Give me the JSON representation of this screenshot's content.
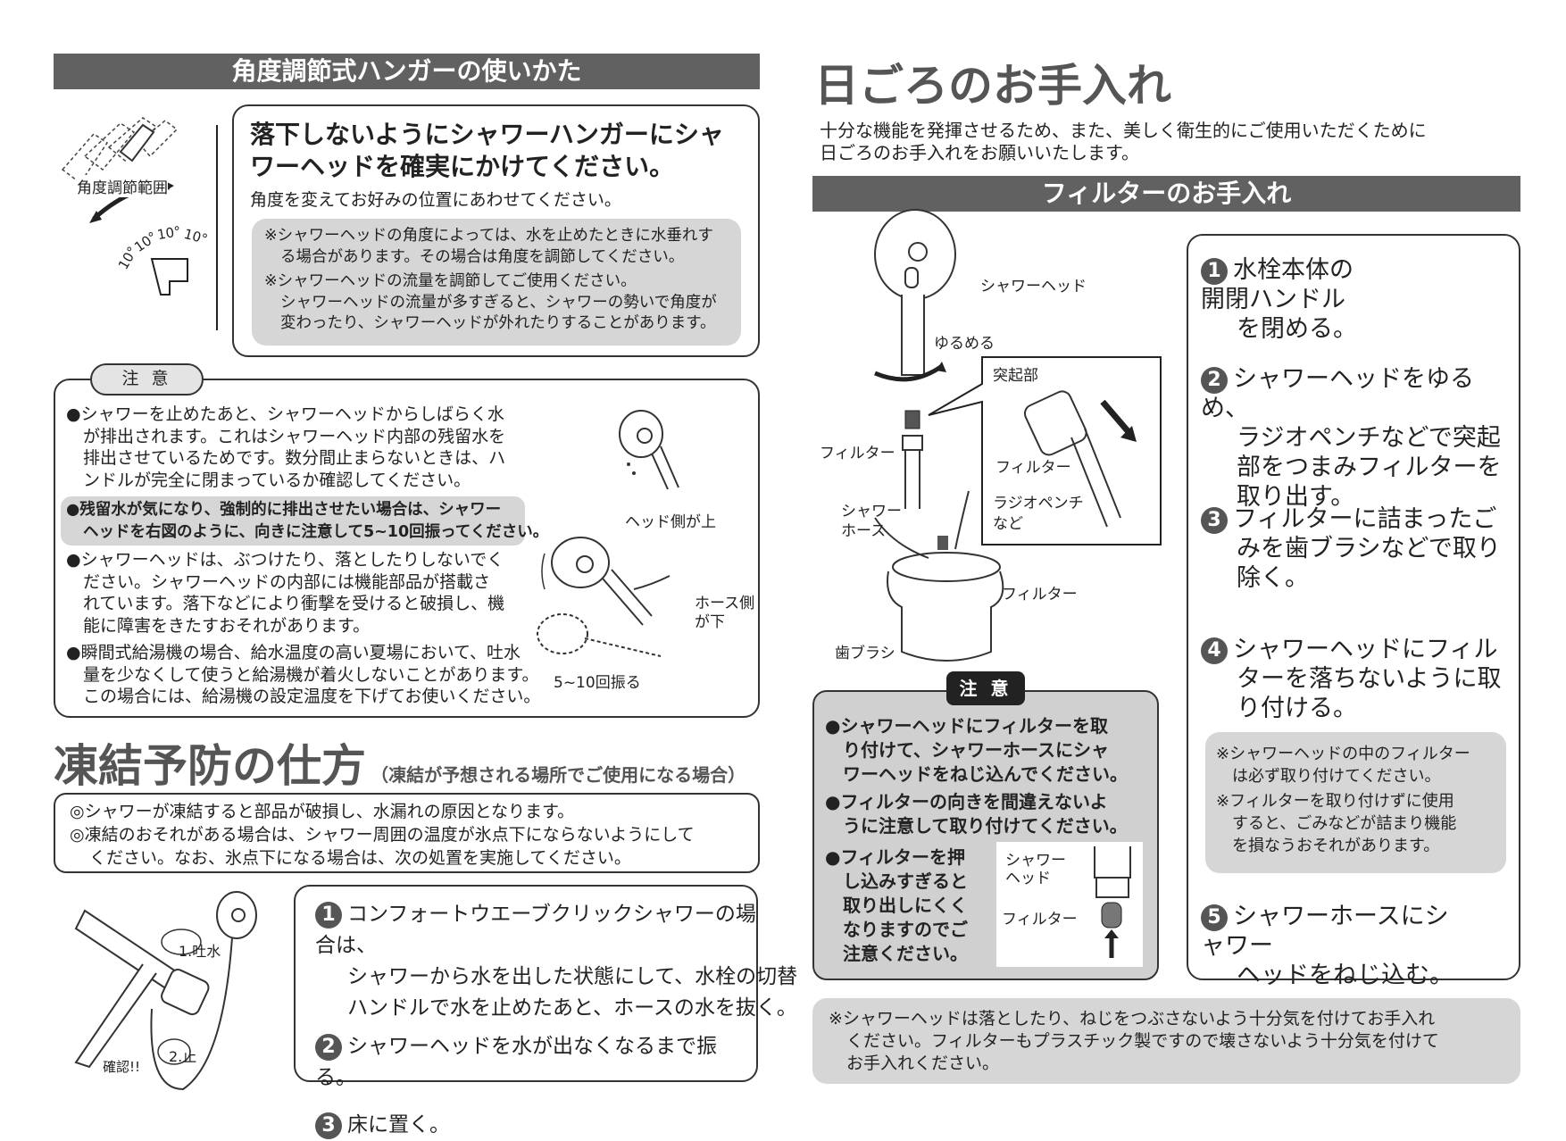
{
  "hanger": {
    "header": "角度調節式ハンガーの使いかた",
    "title_lines": [
      "落下しないようにシャワーハンガーにシャ",
      "ワーヘッドを確実にかけてください。"
    ],
    "subtitle": "角度を変えてお好みの位置にあわせてください。",
    "notes": [
      [
        "※シャワーヘッドの角度によっては、水を止めたときに水垂れす",
        "る場合があります。その場合は角度を調節してください。"
      ],
      [
        "※シャワーヘッドの流量を調節してご使用ください。",
        "シャワーヘッドの流量が多すぎると、シャワーの勢いで角度が",
        "変わったり、シャワーヘッドが外れたりすることがあります。"
      ]
    ],
    "figure": {
      "range_label": "角度調節範囲",
      "angles": [
        "10°",
        "10°",
        "10°",
        "10°"
      ]
    }
  },
  "caution": {
    "tab": "注 意",
    "items": [
      [
        "●シャワーを止めたあと、シャワーヘッドからしばらく水",
        "が排出されます。これはシャワーヘッド内部の残留水を",
        "排出させているためです。数分間止まらないときは、ハ",
        "ンドルが完全に閉まっているか確認してください。"
      ],
      [
        "●残留水が気になり、強制的に排出させたい場合は、シャワー",
        "ヘッドを右図のように、向きに注意して5~10回振ってください。"
      ],
      [
        "●シャワーヘッドは、ぶつけたり、落としたりしないでく",
        "ださい。シャワーヘッドの内部には機能部品が搭載さ",
        "れています。落下などにより衝撃を受けると破損し、機",
        "能に障害をきたすおそれがあります。"
      ],
      [
        "●瞬間式給湯機の場合、給水温度の高い夏場において、吐水",
        "量を少なくして使うと給湯機が着火しないことがあります。",
        "この場合には、給湯機の設定温度を下げてお使いください。"
      ]
    ],
    "figure": {
      "head_up": "ヘッド側が上",
      "hose_down_1": "ホース側",
      "hose_down_2": "が下",
      "shake": "5~10回振る"
    }
  },
  "freeze": {
    "title": "凍結予防の仕方",
    "subtitle": "（凍結が予想される場所でご使用になる場合）",
    "info": [
      "◎シャワーが凍結すると部品が破損し、水漏れの原因となります。",
      "◎凍結のおそれがある場合は、シャワー周囲の温度が氷点下にならないようにして",
      "ください。なお、氷点下になる場合は、次の処置を実施してください。"
    ],
    "steps": [
      {
        "num": "1",
        "lines": [
          "コンフォートウエーブクリックシャワーの場合は、",
          "シャワーから水を出した状態にして、水栓の切替",
          "ハンドルで水を止めたあと、ホースの水を抜く。"
        ]
      },
      {
        "num": "2",
        "lines": [
          "シャワーヘッドを水が出なくなるまで振る。"
        ]
      },
      {
        "num": "3",
        "lines": [
          "床に置く。"
        ]
      }
    ],
    "figure": {
      "spout": "1.吐水",
      "stop": "2.止",
      "check": "確認!!"
    }
  },
  "care": {
    "title": "日ごろのお手入れ",
    "intro": [
      "十分な機能を発揮させるため、また、美しく衛生的にご使用いただくために",
      "日ごろのお手入れをお願いいたします。"
    ],
    "filter_header": "フィルターのお手入れ",
    "figure": {
      "shower_head": "シャワーヘッド",
      "loosen": "ゆるめる",
      "protrusion": "突起部",
      "filter_inset": "フィルター",
      "pliers_1": "ラジオペンチ",
      "pliers_2": "など",
      "filter": "フィルター",
      "hose_1": "シャワー",
      "hose_2": "ホース",
      "filter_bowl": "フィルター",
      "toothbrush": "歯ブラシ"
    },
    "steps": [
      {
        "num": "1",
        "lines": [
          "水栓本体の開閉ハンドル",
          "を閉める。"
        ]
      },
      {
        "num": "2",
        "lines": [
          "シャワーヘッドをゆるめ、",
          "ラジオペンチなどで突起",
          "部をつまみフィルターを",
          "取り出す。"
        ]
      },
      {
        "num": "3",
        "lines": [
          "フィルターに詰まったご",
          "みを歯ブラシなどで取り",
          "除く。"
        ]
      },
      {
        "num": "4",
        "lines": [
          "シャワーヘッドにフィル",
          "ターを落ちないように取",
          "り付ける。"
        ]
      },
      {
        "num": "5",
        "lines": [
          "シャワーホースにシャワー",
          "ヘッドをねじ込む。"
        ]
      }
    ],
    "notes": [
      [
        "※シャワーヘッドの中のフィルター",
        "は必ず取り付けてください。"
      ],
      [
        "※フィルターを取り付けずに使用",
        "すると、ごみなどが詰まり機能",
        "を損なうおそれがあります。"
      ]
    ],
    "caution": {
      "tab": "注 意",
      "items": [
        [
          "●シャワーヘッドにフィルターを取",
          "り付けて、シャワーホースにシャ",
          "ワーヘッドをねじ込んでください。"
        ],
        [
          "●フィルターの向きを間違えないよ",
          "うに注意して取り付けてください。"
        ],
        [
          "●フィルターを押",
          "し込みすぎると",
          "取り出しにくく",
          "なりますのでご",
          "注意ください。"
        ]
      ],
      "figure": {
        "head_1": "シャワー",
        "head_2": "ヘッド",
        "filter": "フィルター"
      }
    },
    "bottom_note": [
      "※シャワーヘッドは落としたり、ねじをつぶさないよう十分気を付けてお手入れ",
      "ください。フィルターもプラスチック製ですので壊さないよう十分気を付けて",
      "お手入れください。"
    ]
  }
}
